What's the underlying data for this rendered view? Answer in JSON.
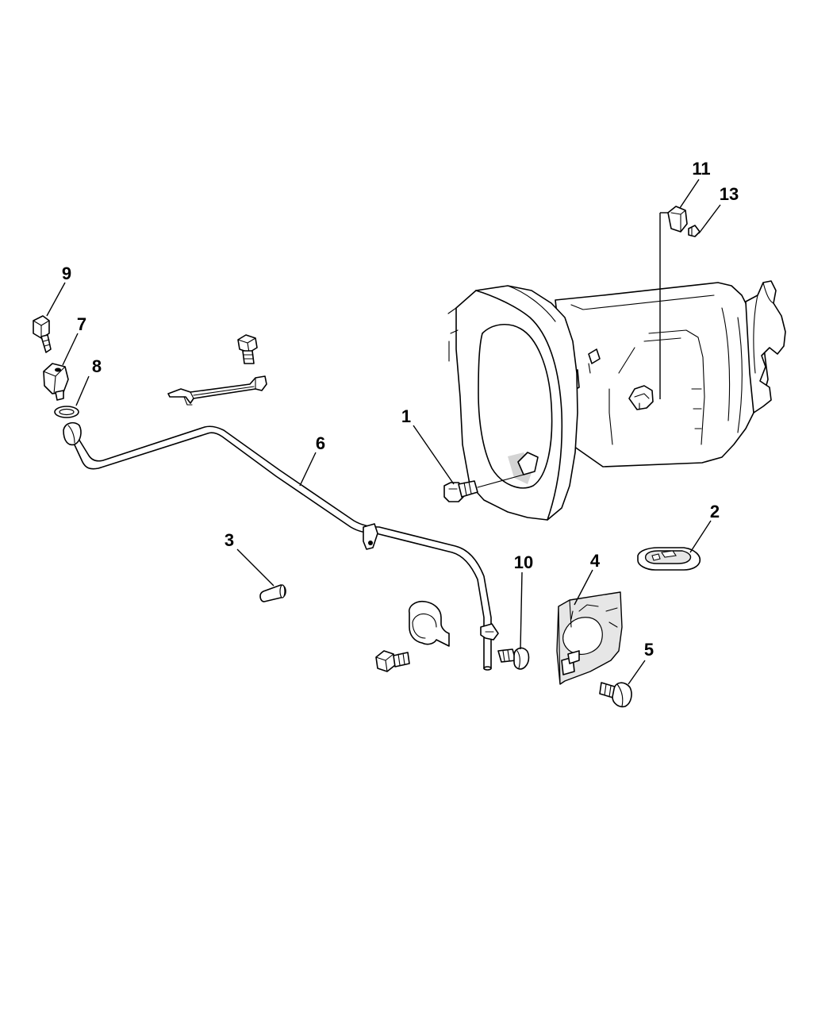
{
  "diagram": {
    "colors": {
      "line": "#000000",
      "background": "#ffffff",
      "shading": "#d4d4d4"
    },
    "callouts": [
      {
        "id": "c1",
        "label": "1"
      },
      {
        "id": "c2",
        "label": "2"
      },
      {
        "id": "c3",
        "label": "3"
      },
      {
        "id": "c4",
        "label": "4"
      },
      {
        "id": "c5",
        "label": "5"
      },
      {
        "id": "c6",
        "label": "6"
      },
      {
        "id": "c7",
        "label": "7"
      },
      {
        "id": "c8",
        "label": "8"
      },
      {
        "id": "c9",
        "label": "9"
      },
      {
        "id": "c10",
        "label": "10"
      },
      {
        "id": "c11",
        "label": "11"
      },
      {
        "id": "c13",
        "label": "13"
      }
    ]
  }
}
